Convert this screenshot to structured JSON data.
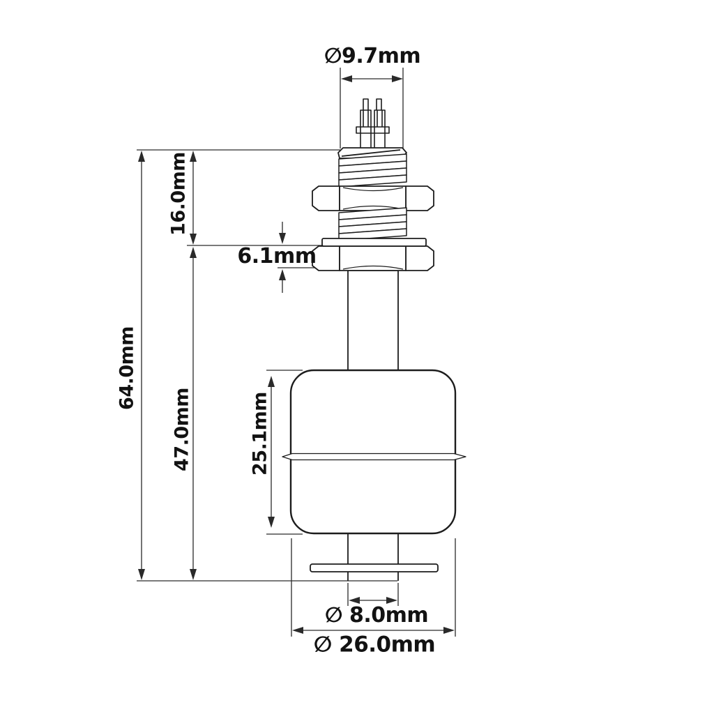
{
  "colors": {
    "background": "#ffffff",
    "line": "#2a2a2a",
    "device_line": "#1c1c1c",
    "text": "#121212"
  },
  "dimensions": {
    "pin_circle_diameter": "∅9.7mm",
    "thread_length": "16.0mm",
    "mount_thickness": "6.1mm",
    "total_length": "64.0mm",
    "stem_length": "47.0mm",
    "float_height": "25.1mm",
    "stem_diameter": "∅ 8.0mm",
    "float_diameter": "∅ 26.0mm"
  }
}
